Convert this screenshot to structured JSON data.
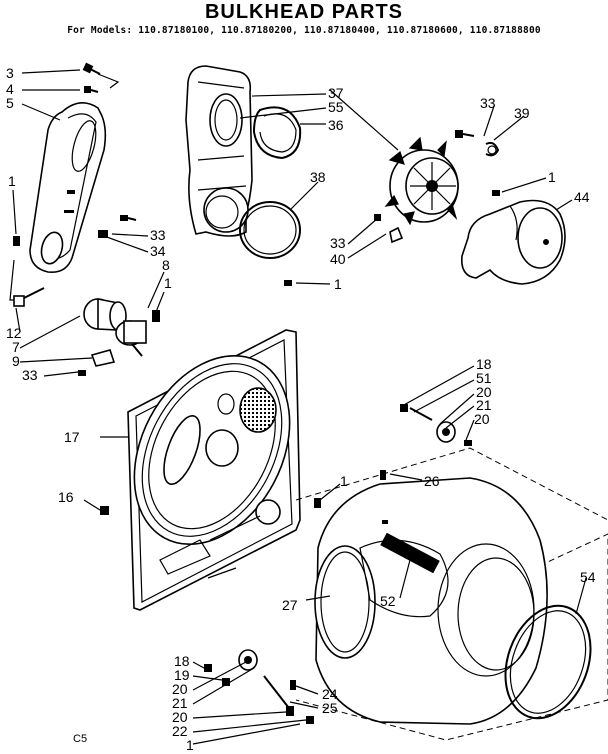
{
  "title": "BULKHEAD PARTS",
  "subtitle": "For Models: 110.87180100, 110.87180200, 110.87180400, 110.87180600, 110.87188800",
  "corner_code": "C5",
  "callouts": [
    {
      "id": "c3a",
      "text": "3"
    },
    {
      "id": "c4",
      "text": "4"
    },
    {
      "id": "c5",
      "text": "5"
    },
    {
      "id": "c1a",
      "text": "1"
    },
    {
      "id": "c33a",
      "text": "33"
    },
    {
      "id": "c34",
      "text": "34"
    },
    {
      "id": "c8",
      "text": "8"
    },
    {
      "id": "c1b",
      "text": "1"
    },
    {
      "id": "c12",
      "text": "12"
    },
    {
      "id": "c7",
      "text": "7"
    },
    {
      "id": "c9",
      "text": "9"
    },
    {
      "id": "c33b",
      "text": "33"
    },
    {
      "id": "c37",
      "text": "37"
    },
    {
      "id": "c55",
      "text": "55"
    },
    {
      "id": "c36",
      "text": "36"
    },
    {
      "id": "c38",
      "text": "38"
    },
    {
      "id": "c1c",
      "text": "1"
    },
    {
      "id": "c33c",
      "text": "33"
    },
    {
      "id": "c39",
      "text": "39"
    },
    {
      "id": "c1d",
      "text": "1"
    },
    {
      "id": "c44",
      "text": "44"
    },
    {
      "id": "c33d",
      "text": "33"
    },
    {
      "id": "c40",
      "text": "40"
    },
    {
      "id": "c17",
      "text": "17"
    },
    {
      "id": "c16",
      "text": "16"
    },
    {
      "id": "c18a",
      "text": "18"
    },
    {
      "id": "c51",
      "text": "51"
    },
    {
      "id": "c20a",
      "text": "20"
    },
    {
      "id": "c21a",
      "text": "21"
    },
    {
      "id": "c20b",
      "text": "20"
    },
    {
      "id": "c1e",
      "text": "1"
    },
    {
      "id": "c26",
      "text": "26"
    },
    {
      "id": "c27",
      "text": "27"
    },
    {
      "id": "c52",
      "text": "52"
    },
    {
      "id": "c54",
      "text": "54"
    },
    {
      "id": "c18b",
      "text": "18"
    },
    {
      "id": "c19",
      "text": "19"
    },
    {
      "id": "c20c",
      "text": "20"
    },
    {
      "id": "c21b",
      "text": "21"
    },
    {
      "id": "c20d",
      "text": "20"
    },
    {
      "id": "c22",
      "text": "22"
    },
    {
      "id": "c1f",
      "text": "1"
    },
    {
      "id": "c24",
      "text": "24"
    },
    {
      "id": "c25",
      "text": "25"
    }
  ]
}
